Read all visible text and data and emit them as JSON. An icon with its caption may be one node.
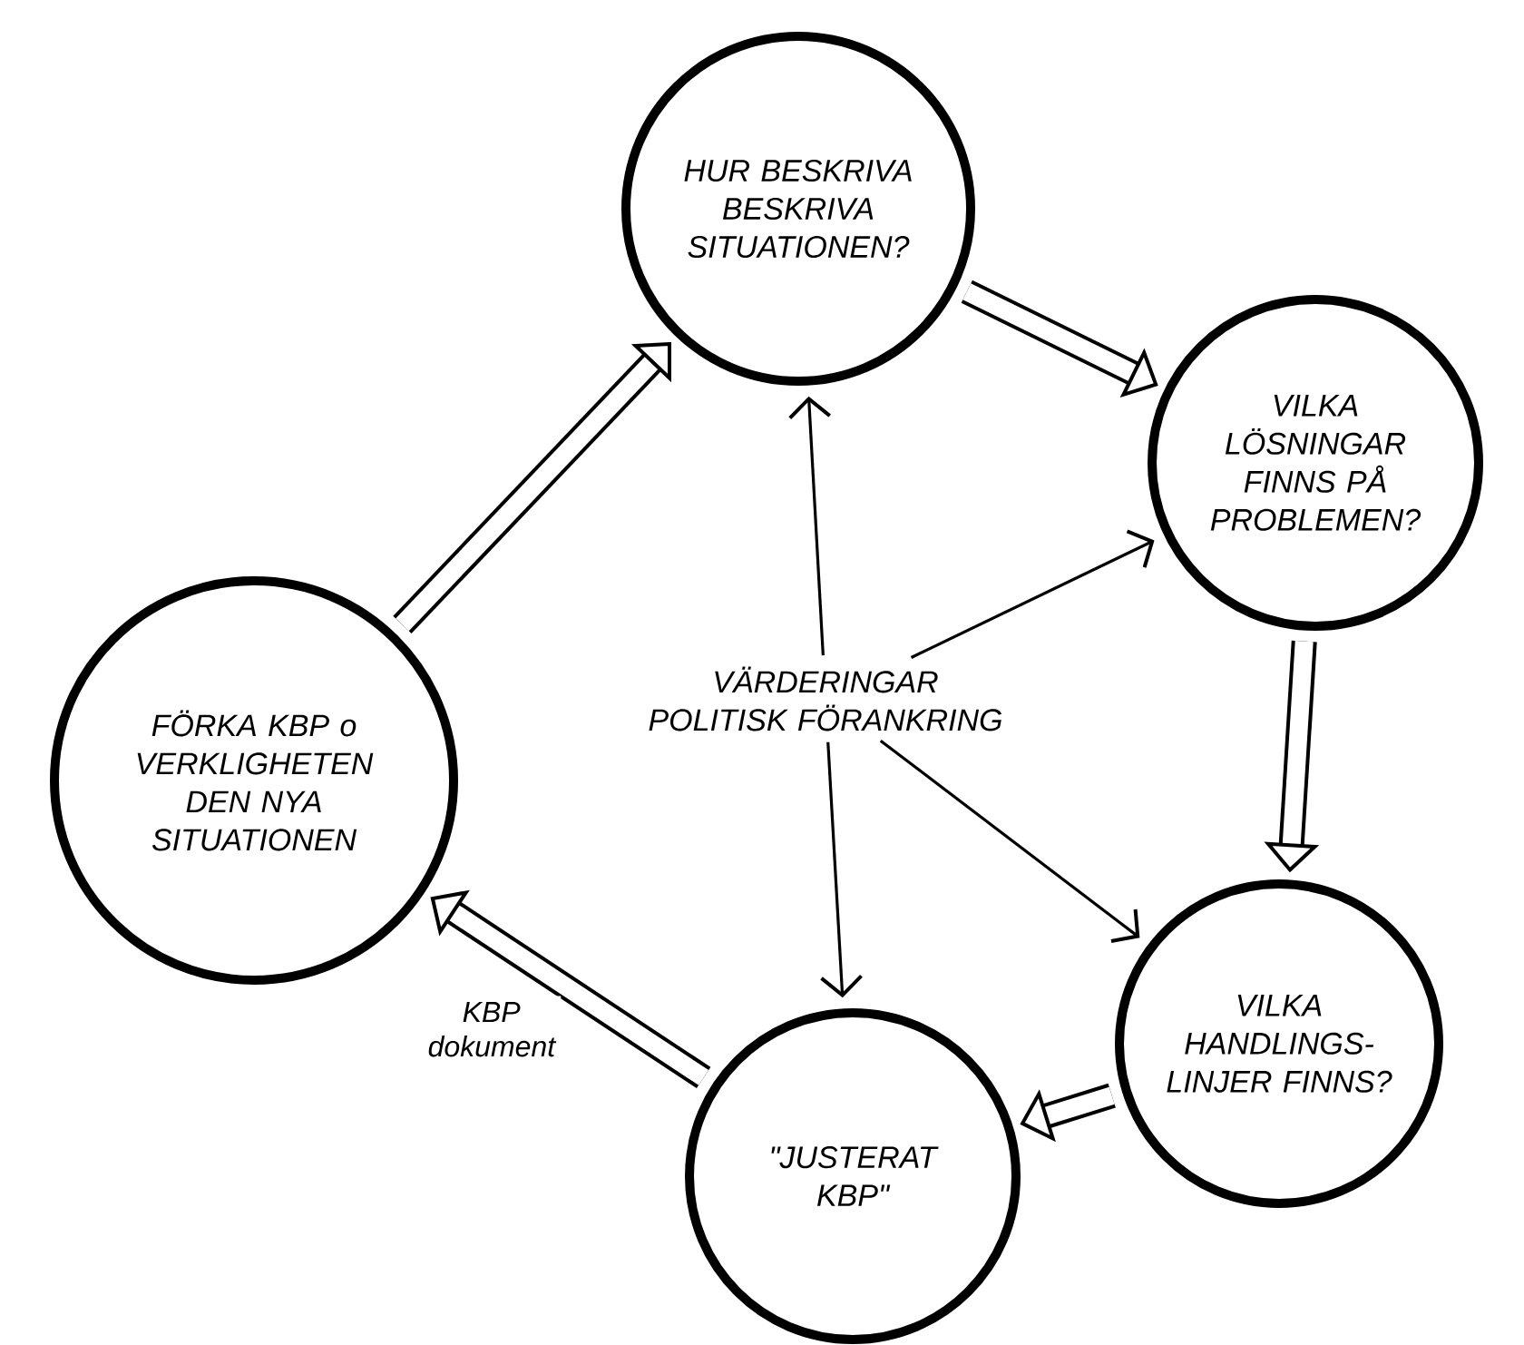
{
  "diagram": {
    "nodes": [
      {
        "text": [
          "HUR BESKRIVA BESKRIVA SITUATIONEN?"
        ]
      },
      {
        "text": [
          "VILKA LÖSNINGAR FINNS PÅ PROBLEMEN?"
        ]
      },
      {
        "text": [
          "VILKA HANDLINGS- LINJER FINNS?"
        ]
      },
      {
        "text": [
          "\"JUSTERAT KBP\""
        ]
      },
      {
        "text": [
          "FÖRKA KBP o VERKLIGHETEN DEN NYA SITUATIONEN"
        ]
      },
      {
        "text": [
          "VÄRDERINGAR POLITISK FÖRANKRING"
        ]
      }
    ],
    "edges": [
      {
        "from": 0,
        "to": 1,
        "arrow": "to"
      },
      {
        "from": 1,
        "to": 2,
        "arrow": "to"
      },
      {
        "from": 2,
        "to": 3,
        "arrow": "to"
      },
      {
        "from": 3,
        "to": 4,
        "arrow": "to",
        "label": "KBP dokument"
      },
      {
        "from": 4,
        "to": 0,
        "arrow": "to"
      },
      {
        "from": 5,
        "to": 0,
        "arrow": "to"
      },
      {
        "from": 5,
        "to": 1,
        "arrow": "to"
      },
      {
        "from": 5,
        "to": 2,
        "arrow": "to"
      },
      {
        "from": 5,
        "to": 3,
        "arrow": "to"
      }
    ]
  }
}
